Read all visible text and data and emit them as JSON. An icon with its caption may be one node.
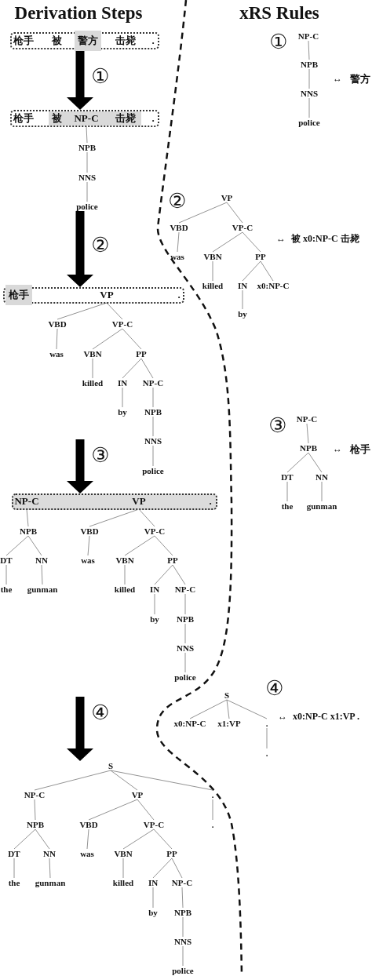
{
  "diagram": {
    "nodes": [
      {
        "text": [],
        "shape": "box"
      },
      {
        "text": [
          "枪手"
        ],
        "in": 0
      },
      {
        "text": [
          "被"
        ],
        "in": 0
      },
      {
        "text": [
          "警方"
        ],
        "in": 0
      },
      {
        "text": [
          "击毙"
        ],
        "in": 0
      },
      {
        "text": [
          "."
        ],
        "in": 0
      },
      {
        "text": [],
        "shape": "box"
      },
      {
        "text": [
          "枪手"
        ],
        "in": 6
      },
      {
        "text": [
          "被"
        ],
        "in": 6
      },
      {
        "text": [
          "NP-C"
        ],
        "in": 6
      },
      {
        "text": [
          "击毙"
        ],
        "in": 6
      },
      {
        "text": [
          "."
        ],
        "in": 6
      },
      {
        "text": [
          "NPB"
        ]
      },
      {
        "text": [
          "NNS"
        ]
      },
      {
        "text": [
          "police"
        ]
      },
      {
        "text": [],
        "shape": "box"
      },
      {
        "text": [
          "枪手"
        ],
        "in": 15
      },
      {
        "text": [
          "VP"
        ],
        "in": 15
      },
      {
        "text": [
          "."
        ],
        "in": 15
      },
      {
        "text": [
          "VBD"
        ]
      },
      {
        "text": [
          "VP-C"
        ]
      },
      {
        "text": [
          "was"
        ]
      },
      {
        "text": [
          "VBN"
        ]
      },
      {
        "text": [
          "PP"
        ]
      },
      {
        "text": [
          "killed"
        ]
      },
      {
        "text": [
          "IN"
        ]
      },
      {
        "text": [
          "NP-C"
        ]
      },
      {
        "text": [
          "by"
        ]
      },
      {
        "text": [
          "NPB"
        ]
      },
      {
        "text": [
          "NNS"
        ]
      },
      {
        "text": [
          "police"
        ]
      },
      {
        "text": [],
        "shape": "box"
      },
      {
        "text": [
          "NP-C"
        ],
        "in": 31
      },
      {
        "text": [
          "VP"
        ],
        "in": 31
      },
      {
        "text": [
          "."
        ],
        "in": 31
      },
      {
        "text": [
          "NPB"
        ]
      },
      {
        "text": [
          "VBD"
        ]
      },
      {
        "text": [
          "VP-C"
        ]
      },
      {
        "text": [
          "DT"
        ]
      },
      {
        "text": [
          "NN"
        ]
      },
      {
        "text": [
          "was"
        ]
      },
      {
        "text": [
          "VBN"
        ]
      },
      {
        "text": [
          "PP"
        ]
      },
      {
        "text": [
          "the"
        ]
      },
      {
        "text": [
          "gunman"
        ]
      },
      {
        "text": [
          "killed"
        ]
      },
      {
        "text": [
          "IN"
        ]
      },
      {
        "text": [
          "NP-C"
        ]
      },
      {
        "text": [
          "by"
        ]
      },
      {
        "text": [
          "NPB"
        ]
      },
      {
        "text": [
          "NNS"
        ]
      },
      {
        "text": [
          "police"
        ]
      },
      {
        "text": [
          "S"
        ]
      },
      {
        "text": [
          "NP-C"
        ]
      },
      {
        "text": [
          "VP"
        ]
      },
      {
        "text": [
          "."
        ]
      },
      {
        "text": [
          "NPB"
        ]
      },
      {
        "text": [
          "VBD"
        ]
      },
      {
        "text": [
          "VP-C"
        ]
      },
      {
        "text": [
          "."
        ]
      },
      {
        "text": [
          "DT"
        ]
      },
      {
        "text": [
          "NN"
        ]
      },
      {
        "text": [
          "was"
        ]
      },
      {
        "text": [
          "VBN"
        ]
      },
      {
        "text": [
          "PP"
        ]
      },
      {
        "text": [
          "the"
        ]
      },
      {
        "text": [
          "gunman"
        ]
      },
      {
        "text": [
          "killed"
        ]
      },
      {
        "text": [
          "IN"
        ]
      },
      {
        "text": [
          "NP-C"
        ]
      },
      {
        "text": [
          "by"
        ]
      },
      {
        "text": [
          "NPB"
        ]
      },
      {
        "text": [
          "NNS"
        ]
      },
      {
        "text": [
          "police"
        ]
      },
      {
        "text": [
          "NP-C"
        ]
      },
      {
        "text": [
          "NPB"
        ]
      },
      {
        "text": [
          "NNS"
        ]
      },
      {
        "text": [
          "police"
        ]
      },
      {
        "text": [
          "VP"
        ]
      },
      {
        "text": [
          "VBD"
        ]
      },
      {
        "text": [
          "VP-C"
        ]
      },
      {
        "text": [
          "was"
        ]
      },
      {
        "text": [
          "VBN"
        ]
      },
      {
        "text": [
          "PP"
        ]
      },
      {
        "text": [
          "killed"
        ]
      },
      {
        "text": [
          "IN"
        ]
      },
      {
        "text": [
          "x0:NP-C"
        ]
      },
      {
        "text": [
          "by"
        ]
      },
      {
        "text": [
          "NP-C"
        ]
      },
      {
        "text": [
          "NPB"
        ]
      },
      {
        "text": [
          "DT"
        ]
      },
      {
        "text": [
          "NN"
        ]
      },
      {
        "text": [
          "the"
        ]
      },
      {
        "text": [
          "gunman"
        ]
      },
      {
        "text": [
          "S"
        ]
      },
      {
        "text": [
          "x0:NP-C"
        ]
      },
      {
        "text": [
          "x1:VP"
        ]
      },
      {
        "text": [
          "."
        ]
      },
      {
        "text": [
          "."
        ]
      }
    ],
    "edges": [
      {
        "from": 0,
        "to": 6,
        "arrow": "to",
        "label": "①",
        "style": "thick",
        "color": "#000000"
      },
      {
        "from": 14,
        "to": 15,
        "arrow": "to",
        "label": "②",
        "style": "thick",
        "color": "#000000"
      },
      {
        "from": null,
        "to": 31,
        "arrow": "to",
        "label": "③",
        "style": "thick",
        "color": "#000000"
      },
      {
        "from": null,
        "to": 52,
        "arrow": "to",
        "label": "④",
        "style": "thick",
        "color": "#000000"
      },
      {
        "from": 9,
        "to": 12,
        "arrow": "none"
      },
      {
        "from": 12,
        "to": 13,
        "arrow": "none"
      },
      {
        "from": 13,
        "to": 14,
        "arrow": "none"
      },
      {
        "from": 17,
        "to": 19,
        "arrow": "none"
      },
      {
        "from": 17,
        "to": 20,
        "arrow": "none"
      },
      {
        "from": 19,
        "to": 21,
        "arrow": "none"
      },
      {
        "from": 20,
        "to": 22,
        "arrow": "none"
      },
      {
        "from": 20,
        "to": 23,
        "arrow": "none"
      },
      {
        "from": 22,
        "to": 24,
        "arrow": "none"
      },
      {
        "from": 23,
        "to": 25,
        "arrow": "none"
      },
      {
        "from": 23,
        "to": 26,
        "arrow": "none"
      },
      {
        "from": 25,
        "to": 27,
        "arrow": "none"
      },
      {
        "from": 26,
        "to": 28,
        "arrow": "none"
      },
      {
        "from": 28,
        "to": 29,
        "arrow": "none"
      },
      {
        "from": 29,
        "to": 30,
        "arrow": "none"
      },
      {
        "from": 32,
        "to": 35,
        "arrow": "none"
      },
      {
        "from": 33,
        "to": 36,
        "arrow": "none"
      },
      {
        "from": 33,
        "to": 37,
        "arrow": "none"
      },
      {
        "from": 35,
        "to": 38,
        "arrow": "none"
      },
      {
        "from": 35,
        "to": 39,
        "arrow": "none"
      },
      {
        "from": 36,
        "to": 40,
        "arrow": "none"
      },
      {
        "from": 37,
        "to": 41,
        "arrow": "none"
      },
      {
        "from": 37,
        "to": 42,
        "arrow": "none"
      },
      {
        "from": 38,
        "to": 43,
        "arrow": "none"
      },
      {
        "from": 39,
        "to": 44,
        "arrow": "none"
      },
      {
        "from": 41,
        "to": 45,
        "arrow": "none"
      },
      {
        "from": 42,
        "to": 46,
        "arrow": "none"
      },
      {
        "from": 42,
        "to": 47,
        "arrow": "none"
      },
      {
        "from": 46,
        "to": 48,
        "arrow": "none"
      },
      {
        "from": 47,
        "to": 49,
        "arrow": "none"
      },
      {
        "from": 49,
        "to": 50,
        "arrow": "none"
      },
      {
        "from": 50,
        "to": 51,
        "arrow": "none"
      },
      {
        "from": 52,
        "to": 53,
        "arrow": "none"
      },
      {
        "from": 52,
        "to": 54,
        "arrow": "none"
      },
      {
        "from": 52,
        "to": 55,
        "arrow": "none"
      },
      {
        "from": 53,
        "to": 56,
        "arrow": "none"
      },
      {
        "from": 54,
        "to": 57,
        "arrow": "none"
      },
      {
        "from": 54,
        "to": 58,
        "arrow": "none"
      },
      {
        "from": 55,
        "to": 59,
        "arrow": "none"
      },
      {
        "from": 56,
        "to": 60,
        "arrow": "none"
      },
      {
        "from": 56,
        "to": 61,
        "arrow": "none"
      },
      {
        "from": 57,
        "to": 62,
        "arrow": "none"
      },
      {
        "from": 58,
        "to": 63,
        "arrow": "none"
      },
      {
        "from": 58,
        "to": 64,
        "arrow": "none"
      },
      {
        "from": 60,
        "to": 65,
        "arrow": "none"
      },
      {
        "from": 61,
        "to": 66,
        "arrow": "none"
      },
      {
        "from": 63,
        "to": 67,
        "arrow": "none"
      },
      {
        "from": 64,
        "to": 68,
        "arrow": "none"
      },
      {
        "from": 64,
        "to": 69,
        "arrow": "none"
      },
      {
        "from": 68,
        "to": 70,
        "arrow": "none"
      },
      {
        "from": 69,
        "to": 71,
        "arrow": "none"
      },
      {
        "from": 71,
        "to": 72,
        "arrow": "none"
      },
      {
        "from": 72,
        "to": 73,
        "arrow": "none"
      },
      {
        "from": 74,
        "to": 75,
        "arrow": "none"
      },
      {
        "from": 75,
        "to": 76,
        "arrow": "none"
      },
      {
        "from": 76,
        "to": 77,
        "arrow": "none"
      },
      {
        "from": 78,
        "to": 79,
        "arrow": "none"
      },
      {
        "from": 78,
        "to": 80,
        "arrow": "none"
      },
      {
        "from": 79,
        "to": 81,
        "arrow": "none"
      },
      {
        "from": 80,
        "to": 82,
        "arrow": "none"
      },
      {
        "from": 80,
        "to": 83,
        "arrow": "none"
      },
      {
        "from": 82,
        "to": 84,
        "arrow": "none"
      },
      {
        "from": 83,
        "to": 85,
        "arrow": "none"
      },
      {
        "from": 83,
        "to": 86,
        "arrow": "none"
      },
      {
        "from": 85,
        "to": 87,
        "arrow": "none"
      },
      {
        "from": 88,
        "to": 89,
        "arrow": "none"
      },
      {
        "from": 89,
        "to": 90,
        "arrow": "none"
      },
      {
        "from": 89,
        "to": 91,
        "arrow": "none"
      },
      {
        "from": 90,
        "to": 92,
        "arrow": "none"
      },
      {
        "from": 91,
        "to": 93,
        "arrow": "none"
      },
      {
        "from": 94,
        "to": 95,
        "arrow": "none"
      },
      {
        "from": 94,
        "to": 96,
        "arrow": "none"
      },
      {
        "from": 94,
        "to": 97,
        "arrow": "none"
      },
      {
        "from": 97,
        "to": 98,
        "arrow": "none"
      }
    ],
    "labels": [
      "Derivation Steps",
      "xRS Rules",
      "①",
      "↔",
      "警方",
      "②",
      "↔",
      "被 x0:NP-C 击毙",
      "③",
      "↔",
      "枪手",
      "④",
      "↔",
      "x0:NP-C x1:VP ."
    ]
  }
}
